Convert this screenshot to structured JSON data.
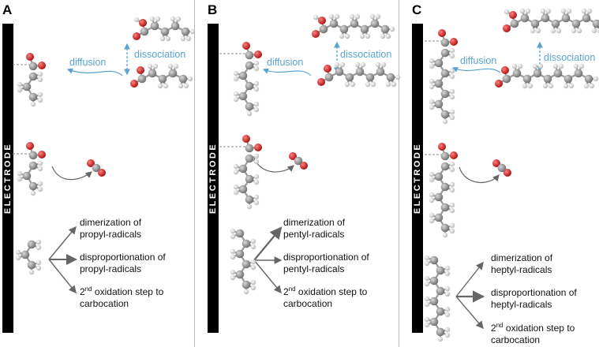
{
  "panels": [
    {
      "label": "A",
      "electrode": "ELECTRODE",
      "diffusion": "diffusion",
      "dissociation": "dissociation",
      "products": {
        "p1a": "dimerization of",
        "p1b": "propyl-radicals",
        "p2a": "disproportionation of",
        "p2b": "propyl-radicals",
        "p3_pre": "2",
        "p3_sup": "nd",
        "p3a": " oxidation step to",
        "p3b": "carbocation"
      }
    },
    {
      "label": "B",
      "electrode": "ELECTRODE",
      "diffusion": "diffusion",
      "dissociation": "dissociation",
      "products": {
        "p1a": "dimerization of",
        "p1b": "pentyl-radicals",
        "p2a": "disproportionation of",
        "p2b": "pentyl-radicals",
        "p3_pre": "2",
        "p3_sup": "nd",
        "p3a": " oxidation step to",
        "p3b": "carbocation"
      }
    },
    {
      "label": "C",
      "electrode": "ELECTRODE",
      "diffusion": "diffusion",
      "dissociation": "dissociation",
      "products": {
        "p1a": "dimerization of",
        "p1b": "heptyl-radicals",
        "p2a": "disproportionation of",
        "p2b": "heptyl-radicals",
        "p3_pre": "2",
        "p3_sup": "nd",
        "p3a": " oxidation step to",
        "p3b": "carbocation"
      }
    }
  ],
  "colors": {
    "carbon": "#8a8a8a",
    "oxygen": "#d42020",
    "hydrogen": "#e4e4e4",
    "electrode": "#000000",
    "accent": "#5aa3cf",
    "arrow": "#666666"
  },
  "atoms": [
    "carbon",
    "oxygen",
    "hydrogen"
  ]
}
